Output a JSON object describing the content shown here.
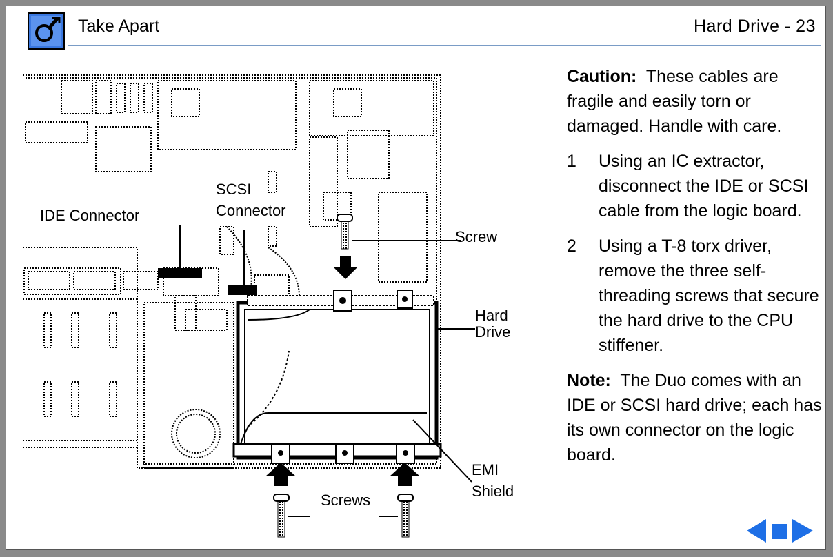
{
  "header": {
    "section_title": "Take Apart",
    "page_title": "Hard Drive - 23"
  },
  "diagram": {
    "labels": {
      "ide_connector": "IDE Connector",
      "scsi_connector_line1": "SCSI",
      "scsi_connector_line2": "Connector",
      "screw": "Screw",
      "hard_drive_line1": "Hard",
      "hard_drive_line2": "Drive",
      "emi_shield_line1": "EMI",
      "emi_shield_line2": "Shield",
      "screws": "Screws"
    }
  },
  "instructions": {
    "caution_label": "Caution:",
    "caution_text": "These cables are fragile and easily torn or damaged. Handle with care.",
    "steps": [
      {
        "number": "1",
        "text": "Using an IC extractor, disconnect the IDE or SCSI cable from the logic board."
      },
      {
        "number": "2",
        "text": "Using a T-8 torx driver, remove the three self-threading screws that secure the hard drive to the CPU stiffener."
      }
    ],
    "note_label": "Note:",
    "note_text": "The Duo comes with an IDE or SCSI hard drive; each has its own connector on the logic board."
  },
  "nav": {
    "prev_icon": "left-arrow-icon",
    "home_icon": "square-icon",
    "next_icon": "right-arrow-icon",
    "color": "#1e6fe6"
  },
  "colors": {
    "icon_blue": "#3a78e0",
    "rule": "#7a9cc6"
  }
}
